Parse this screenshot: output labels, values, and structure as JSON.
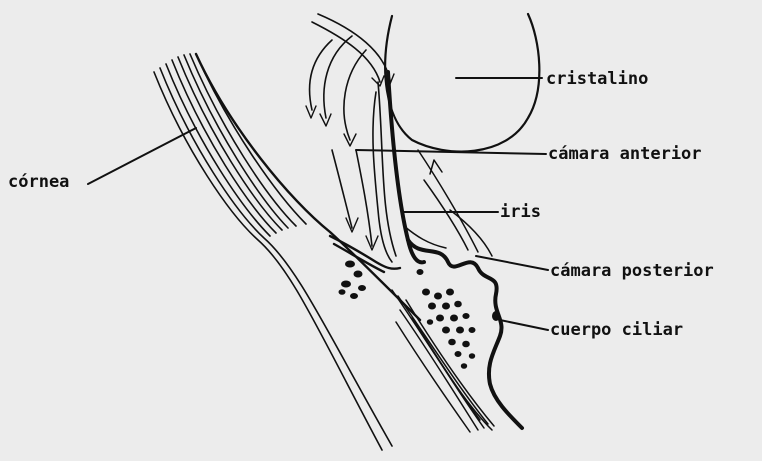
{
  "labels": {
    "cornea": "córnea",
    "lens": "cristalino",
    "anterior_chamber": "cámara anterior",
    "iris": "iris",
    "posterior_chamber": "cámara posterior",
    "ciliary_body": "cuerpo ciliar"
  },
  "colors": {
    "background": "#ececec",
    "ink": "#111111"
  }
}
